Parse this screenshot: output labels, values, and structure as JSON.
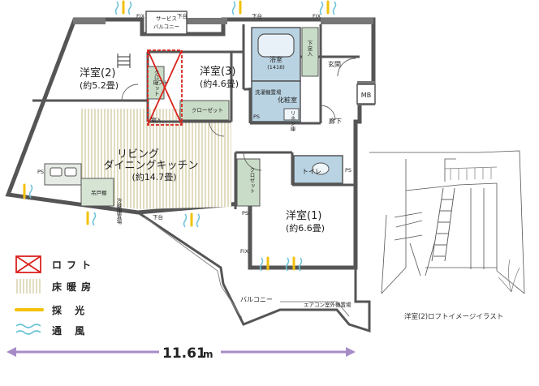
{
  "rooms": {
    "western2": {
      "name": "洋室(2)",
      "size": "(約5.2畳)"
    },
    "western3": {
      "name": "洋室(3)",
      "size": "(約4.6畳)"
    },
    "western1": {
      "name": "洋室(1)",
      "size": "(約6.6畳)"
    },
    "ldk": {
      "name": "リビング",
      "name2": "ダイニングキッチン",
      "size": "(約14.7畳)"
    }
  },
  "labels": {
    "service_balcony": "サービス",
    "service_balcony2": "バルコニー",
    "bath": "浴室",
    "bath_size": "(1418)",
    "powder": "化粧室",
    "entrance": "玄関",
    "hall": "廊下",
    "toilet": "トイレ",
    "balcony": "バルコニー",
    "mb": "MB",
    "ps1": "PS",
    "ps2": "PS",
    "ps3": "PS",
    "ps4": "PS",
    "closet_a": "クローゼット",
    "closet_b": "クロゼット",
    "closet_c": "クロゼット",
    "loft_mark": "ロフト",
    "storage": "物入",
    "shoes": "下足入",
    "washer": "洗濯機置場",
    "linen": "リネン庫",
    "ft1": "FIX",
    "ft2": "FIX",
    "ft3": "FIX",
    "td1": "下台",
    "td2": "下台",
    "td3": "下台",
    "kitchen_counter": "吊戸棚",
    "fridge": "冷蔵庫置場",
    "aircon": "エアコン室外機置場"
  },
  "legend": [
    {
      "label": "ロフト",
      "symbol": "loft"
    },
    {
      "label": "床暖房",
      "symbol": "floor-heating"
    },
    {
      "label": "採 光",
      "symbol": "daylight"
    },
    {
      "label": "通 風",
      "symbol": "ventilation"
    }
  ],
  "dimension": {
    "value": "11.61",
    "unit": "m"
  },
  "illustration": {
    "caption": "洋室(2)ロフトイメージイラスト"
  },
  "colors": {
    "wall": "#555555",
    "wet_area": "#b9d3e3",
    "closet": "#c9dcc7",
    "floor_heating": "#d8d2a6",
    "loft_red": "#d9231d",
    "daylight": "#f2c10a",
    "ventilation": "#6ec3d8",
    "dimension": "#a78bc7"
  }
}
